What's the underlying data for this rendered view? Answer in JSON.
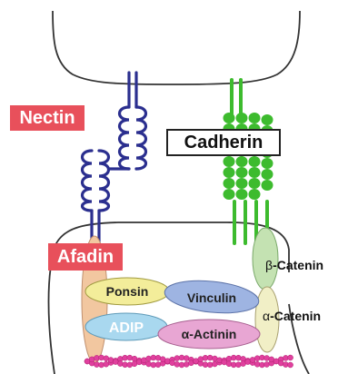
{
  "labels": {
    "nectin": "Nectin",
    "cadherin": "Cadherin",
    "afadin": "Afadin",
    "beta_catenin_symbol": "β",
    "beta_catenin_text": "-Catenin",
    "alpha_catenin_symbol": "α",
    "alpha_catenin_text": "-Catenin",
    "ponsin": "Ponsin",
    "vinculin": "Vinculin",
    "adip": "ADIP",
    "alpha_actinin": "α-Actinin"
  },
  "colors": {
    "nectin": "#2b2f8f",
    "cadherin": "#3dbb2e",
    "afadin_fill": "#f2c7a0",
    "label_red": "#e8505b",
    "ponsin": "#f3ed9a",
    "vinculin": "#9eb4e2",
    "adip": "#a9d8ef",
    "actinin": "#e8a6d3",
    "beta_catenin": "#c4e2b2",
    "alpha_catenin": "#f1efc6",
    "actin": "#e0409e",
    "membrane": "#333333"
  }
}
